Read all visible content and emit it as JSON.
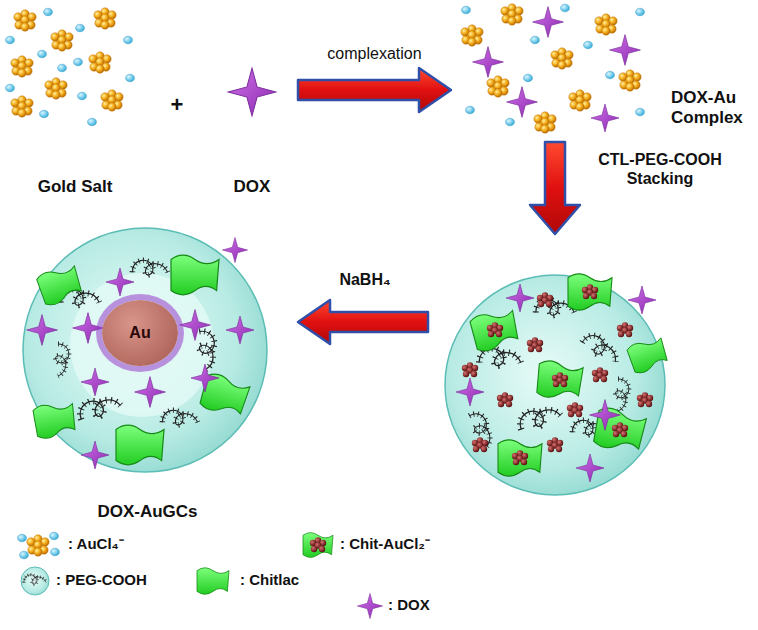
{
  "diagram": {
    "nodes": [
      {
        "text": [
          "Gold Salt"
        ]
      },
      {
        "text": [
          "DOX"
        ]
      },
      {
        "text": [
          "DOX-Au Complex"
        ]
      },
      {
        "text": [
          "DOX-AuGCs"
        ]
      },
      {
        "text": [
          "Au"
        ],
        "in": 3
      }
    ],
    "edges": [
      {
        "from": 1,
        "to": 2,
        "arrow": "to",
        "label": "complexation"
      }
    ],
    "labels": [
      "+",
      "CTL-PEG-COOH Stacking",
      "NaBH₄"
    ],
    "legend": [
      {
        "text": ": AuCl₄⁻"
      },
      {
        "text": ": Chit-AuCl₂⁻"
      },
      {
        "text": ": PEG-COOH"
      },
      {
        "text": ": Chitlac"
      },
      {
        "text": ": DOX"
      }
    ]
  }
}
